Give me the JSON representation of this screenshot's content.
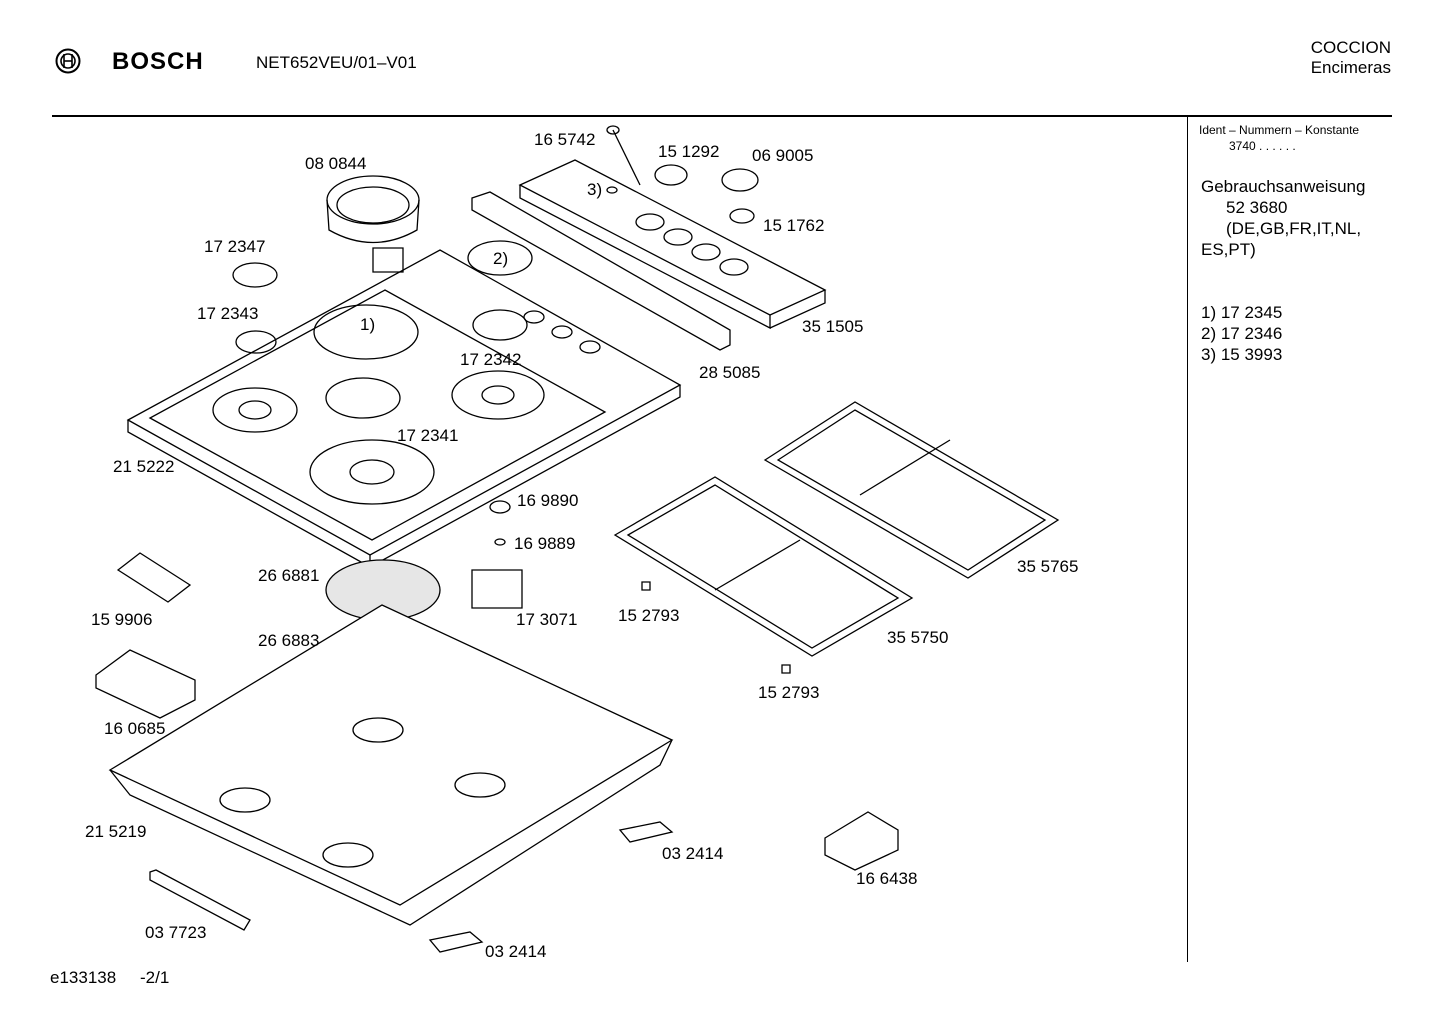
{
  "header": {
    "brand": "BOSCH",
    "model": "NET652VEU/01–V01",
    "category_line1": "COCCION",
    "category_line2": "Encimeras"
  },
  "sidebar": {
    "ident_label": "Ident – Nummern – Konstante",
    "ident_value": "3740  .  .   .  .  .  .",
    "manual_title": "Gebrauchsanweisung",
    "manual_number": "52 3680",
    "manual_langs_1": "(DE,GB,FR,IT,NL,",
    "manual_langs_2": "ES,PT)",
    "footnotes": [
      "1)  17 2345",
      "2)  17 2346",
      "3)  15 3993"
    ]
  },
  "parts": [
    {
      "id": "p1",
      "label": "16 5742"
    },
    {
      "id": "p2",
      "label": "15 1292"
    },
    {
      "id": "p3",
      "label": "06 9005"
    },
    {
      "id": "p4",
      "label": "08 0844"
    },
    {
      "id": "p5",
      "label": "15 1762"
    },
    {
      "id": "p6",
      "label": "17 2347"
    },
    {
      "id": "p7",
      "label": "17 2343"
    },
    {
      "id": "p8",
      "label": "17 2342"
    },
    {
      "id": "p9",
      "label": "35 1505"
    },
    {
      "id": "p10",
      "label": "28 5085"
    },
    {
      "id": "p11",
      "label": "17 2341"
    },
    {
      "id": "p12",
      "label": "21 5222"
    },
    {
      "id": "p13",
      "label": "16 9890"
    },
    {
      "id": "p14",
      "label": "16 9889"
    },
    {
      "id": "p15",
      "label": "26 6881"
    },
    {
      "id": "p16",
      "label": "15 9906"
    },
    {
      "id": "p17",
      "label": "17 3071"
    },
    {
      "id": "p18",
      "label": "15 2793"
    },
    {
      "id": "p19",
      "label": "35 5765"
    },
    {
      "id": "p20",
      "label": "26 6883"
    },
    {
      "id": "p21",
      "label": "35 5750"
    },
    {
      "id": "p22",
      "label": "15 2793"
    },
    {
      "id": "p23",
      "label": "16 0685"
    },
    {
      "id": "p24",
      "label": "21 5219"
    },
    {
      "id": "p25",
      "label": "03 2414"
    },
    {
      "id": "p26",
      "label": "16 6438"
    },
    {
      "id": "p27",
      "label": "03 7723"
    },
    {
      "id": "p28",
      "label": "03 2414"
    }
  ],
  "callouts": {
    "c1": "1)",
    "c2": "2)",
    "c3": "3)"
  },
  "footer": {
    "code": "e133138",
    "page": "-2/1"
  }
}
